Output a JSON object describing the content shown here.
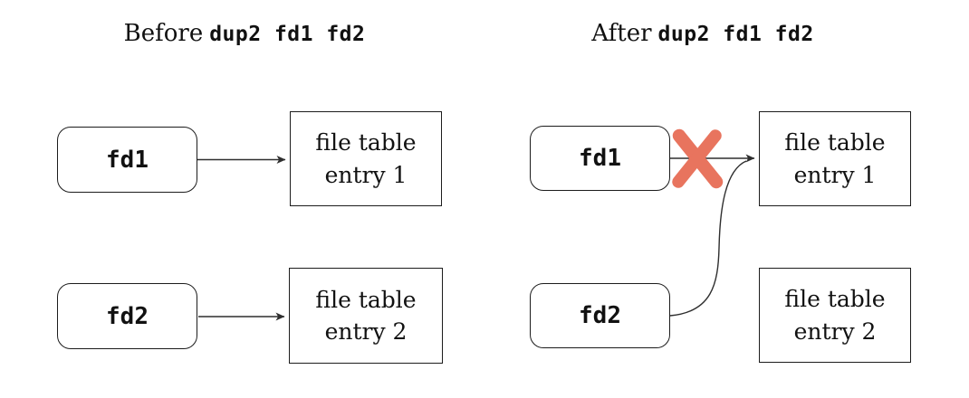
{
  "colors": {
    "background": "#ffffff",
    "box-border": "#1c1c1c",
    "arrow": "#2e2e2e",
    "cross": "#e8745e",
    "text": "#111111"
  },
  "panels": [
    {
      "title_serif": "Before",
      "title_mono": "dup2 fd1 fd2",
      "fd1_label": "fd1",
      "fd2_label": "fd2",
      "entry1_lines": [
        "file table",
        "entry 1"
      ],
      "entry2_lines": [
        "file table",
        "entry 2"
      ]
    },
    {
      "title_serif": "After",
      "title_mono": "dup2 fd1 fd2",
      "fd1_label": "fd1",
      "fd2_label": "fd2",
      "entry1_lines": [
        "file table",
        "entry 1"
      ],
      "entry2_lines": [
        "file table",
        "entry 2"
      ]
    }
  ]
}
